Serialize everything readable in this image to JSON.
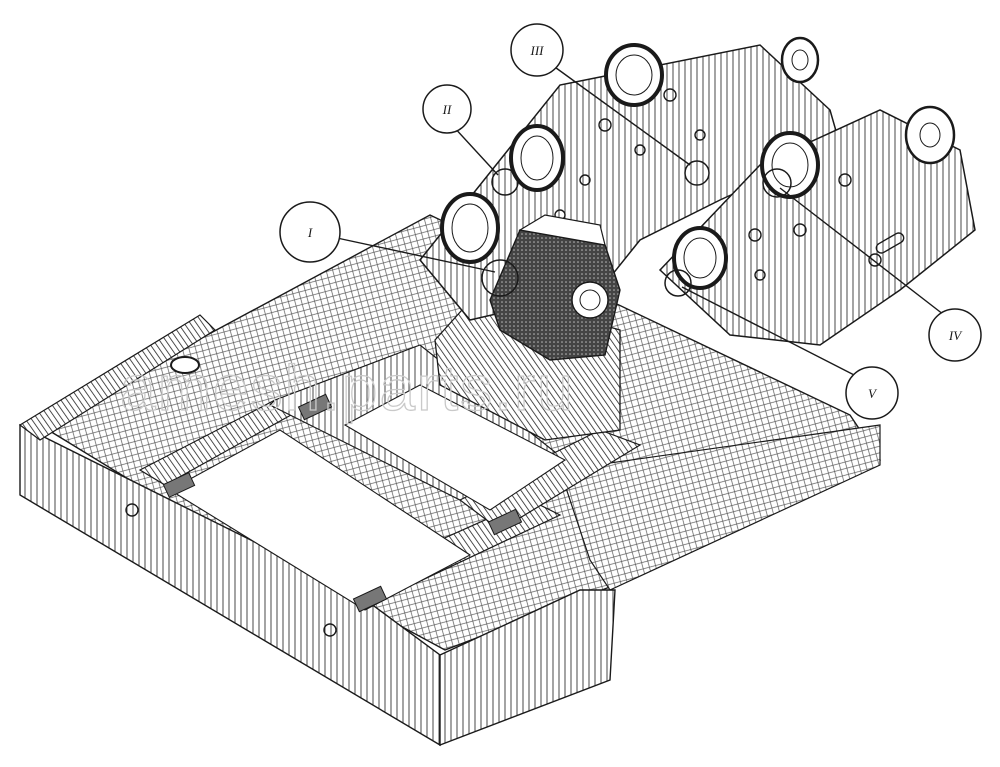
{
  "callouts": [
    {
      "id": "I",
      "label": "I"
    },
    {
      "id": "II",
      "label": "II"
    },
    {
      "id": "III",
      "label": "III"
    },
    {
      "id": "IV",
      "label": "IV"
    },
    {
      "id": "V",
      "label": "V"
    }
  ],
  "watermark": "amesh.parts.ru",
  "colors": {
    "ink": "#1a1a1a",
    "paper": "#ffffff",
    "watermark": "#c9c9c9"
  }
}
